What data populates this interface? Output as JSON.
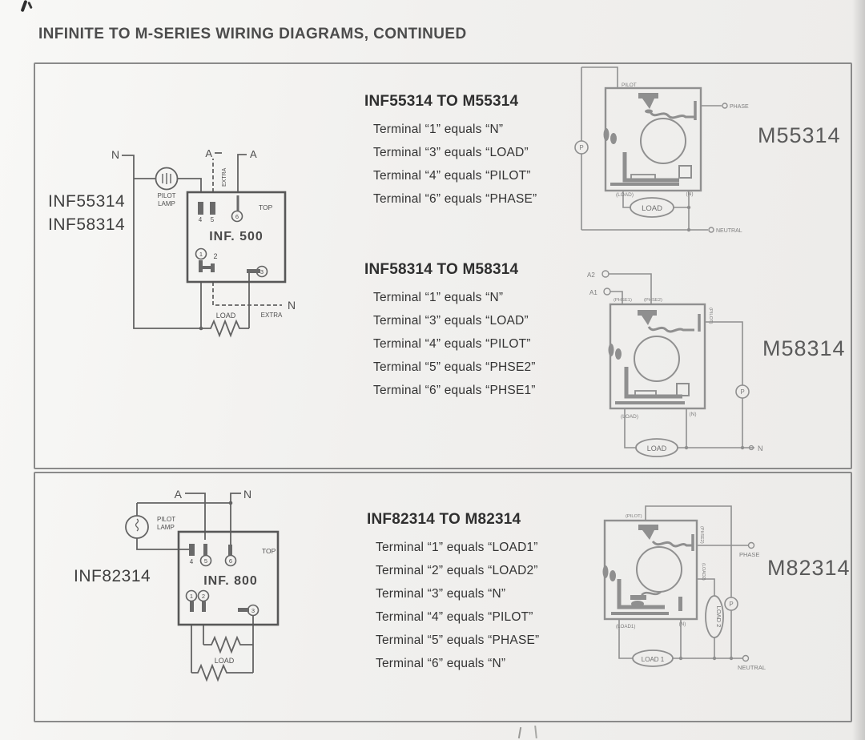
{
  "colors": {
    "paper": "#f2f1ef",
    "ink": "#4c4c4c",
    "diagram_dark": "#636363",
    "diagram_light": "#8f8f8f"
  },
  "page": {
    "title": "INFINITE TO M-SERIES WIRING DIAGRAMS, CONTINUED"
  },
  "inf500": {
    "models": {
      "m1": "INF55314",
      "m2": "INF58314"
    },
    "box_label": "INF. 500",
    "top_label": "TOP",
    "pilot_line1": "PILOT",
    "pilot_line2": "LAMP",
    "n_left": "N",
    "n_right": "N",
    "a_left": "A",
    "a_right": "A",
    "extra_top": "EXTRA",
    "extra_bottom": "EXTRA",
    "load_label": "LOAD",
    "t1": "1",
    "t2": "2",
    "t3": "3",
    "t4": "4",
    "t5": "5",
    "t6": "6"
  },
  "map55": {
    "heading": "INF55314 TO M55314",
    "lines": [
      "Terminal “1” equals “N”",
      "Terminal “3” equals “LOAD”",
      "Terminal “4” equals “PILOT”",
      "Terminal “6” equals “PHASE”"
    ]
  },
  "map58": {
    "heading": "INF58314 TO M58314",
    "lines": [
      "Terminal “1” equals “N”",
      "Terminal “3” equals “LOAD”",
      "Terminal “4” equals “PILOT”",
      "Terminal “5” equals “PHSE2”",
      "Terminal “6” equals “PHSE1”"
    ]
  },
  "map82": {
    "heading": "INF82314 TO M82314",
    "lines": [
      "Terminal “1” equals “LOAD1”",
      "Terminal “2” equals “LOAD2”",
      "Terminal “3” equals “N”",
      "Terminal “4” equals “PILOT”",
      "Terminal “5” equals “PHASE”",
      "Terminal “6” equals “N”"
    ]
  },
  "m55314": {
    "label": "M55314",
    "pilot": "PILOT",
    "phase": "PHASE",
    "load_terminal": "(LOAD)",
    "n_terminal": "(N)",
    "load_oval": "LOAD",
    "neutral": "NEUTRAL",
    "p": "P"
  },
  "m58314": {
    "label": "M58314",
    "a2": "A2",
    "a1": "A1",
    "phse1": "(PHSE1)",
    "phse2": "(PHSE2)",
    "pilot": "(PILOT)",
    "load_terminal": "(LOAD)",
    "n_terminal": "(N)",
    "load_oval": "LOAD",
    "n": "N",
    "p": "P"
  },
  "inf800": {
    "model": "INF82314",
    "box_label": "INF. 800",
    "top_label": "TOP",
    "pilot_line1": "PILOT",
    "pilot_line2": "LAMP",
    "a": "A",
    "n": "N",
    "load_label": "LOAD",
    "t1": "1",
    "t2": "2",
    "t3": "3",
    "t4": "4",
    "t5": "5",
    "t6": "6"
  },
  "m82314": {
    "label": "M82314",
    "pilot": "(PILOT)",
    "phse2": "(PHSE2)",
    "load2_terminal": "(LOAD2)",
    "phase": "PHASE",
    "load1_terminal": "(LOAD1)",
    "n_terminal": "(N)",
    "load2_oval": "LOAD 2",
    "load1_oval": "LOAD 1",
    "neutral": "NEUTRAL",
    "p": "P"
  }
}
